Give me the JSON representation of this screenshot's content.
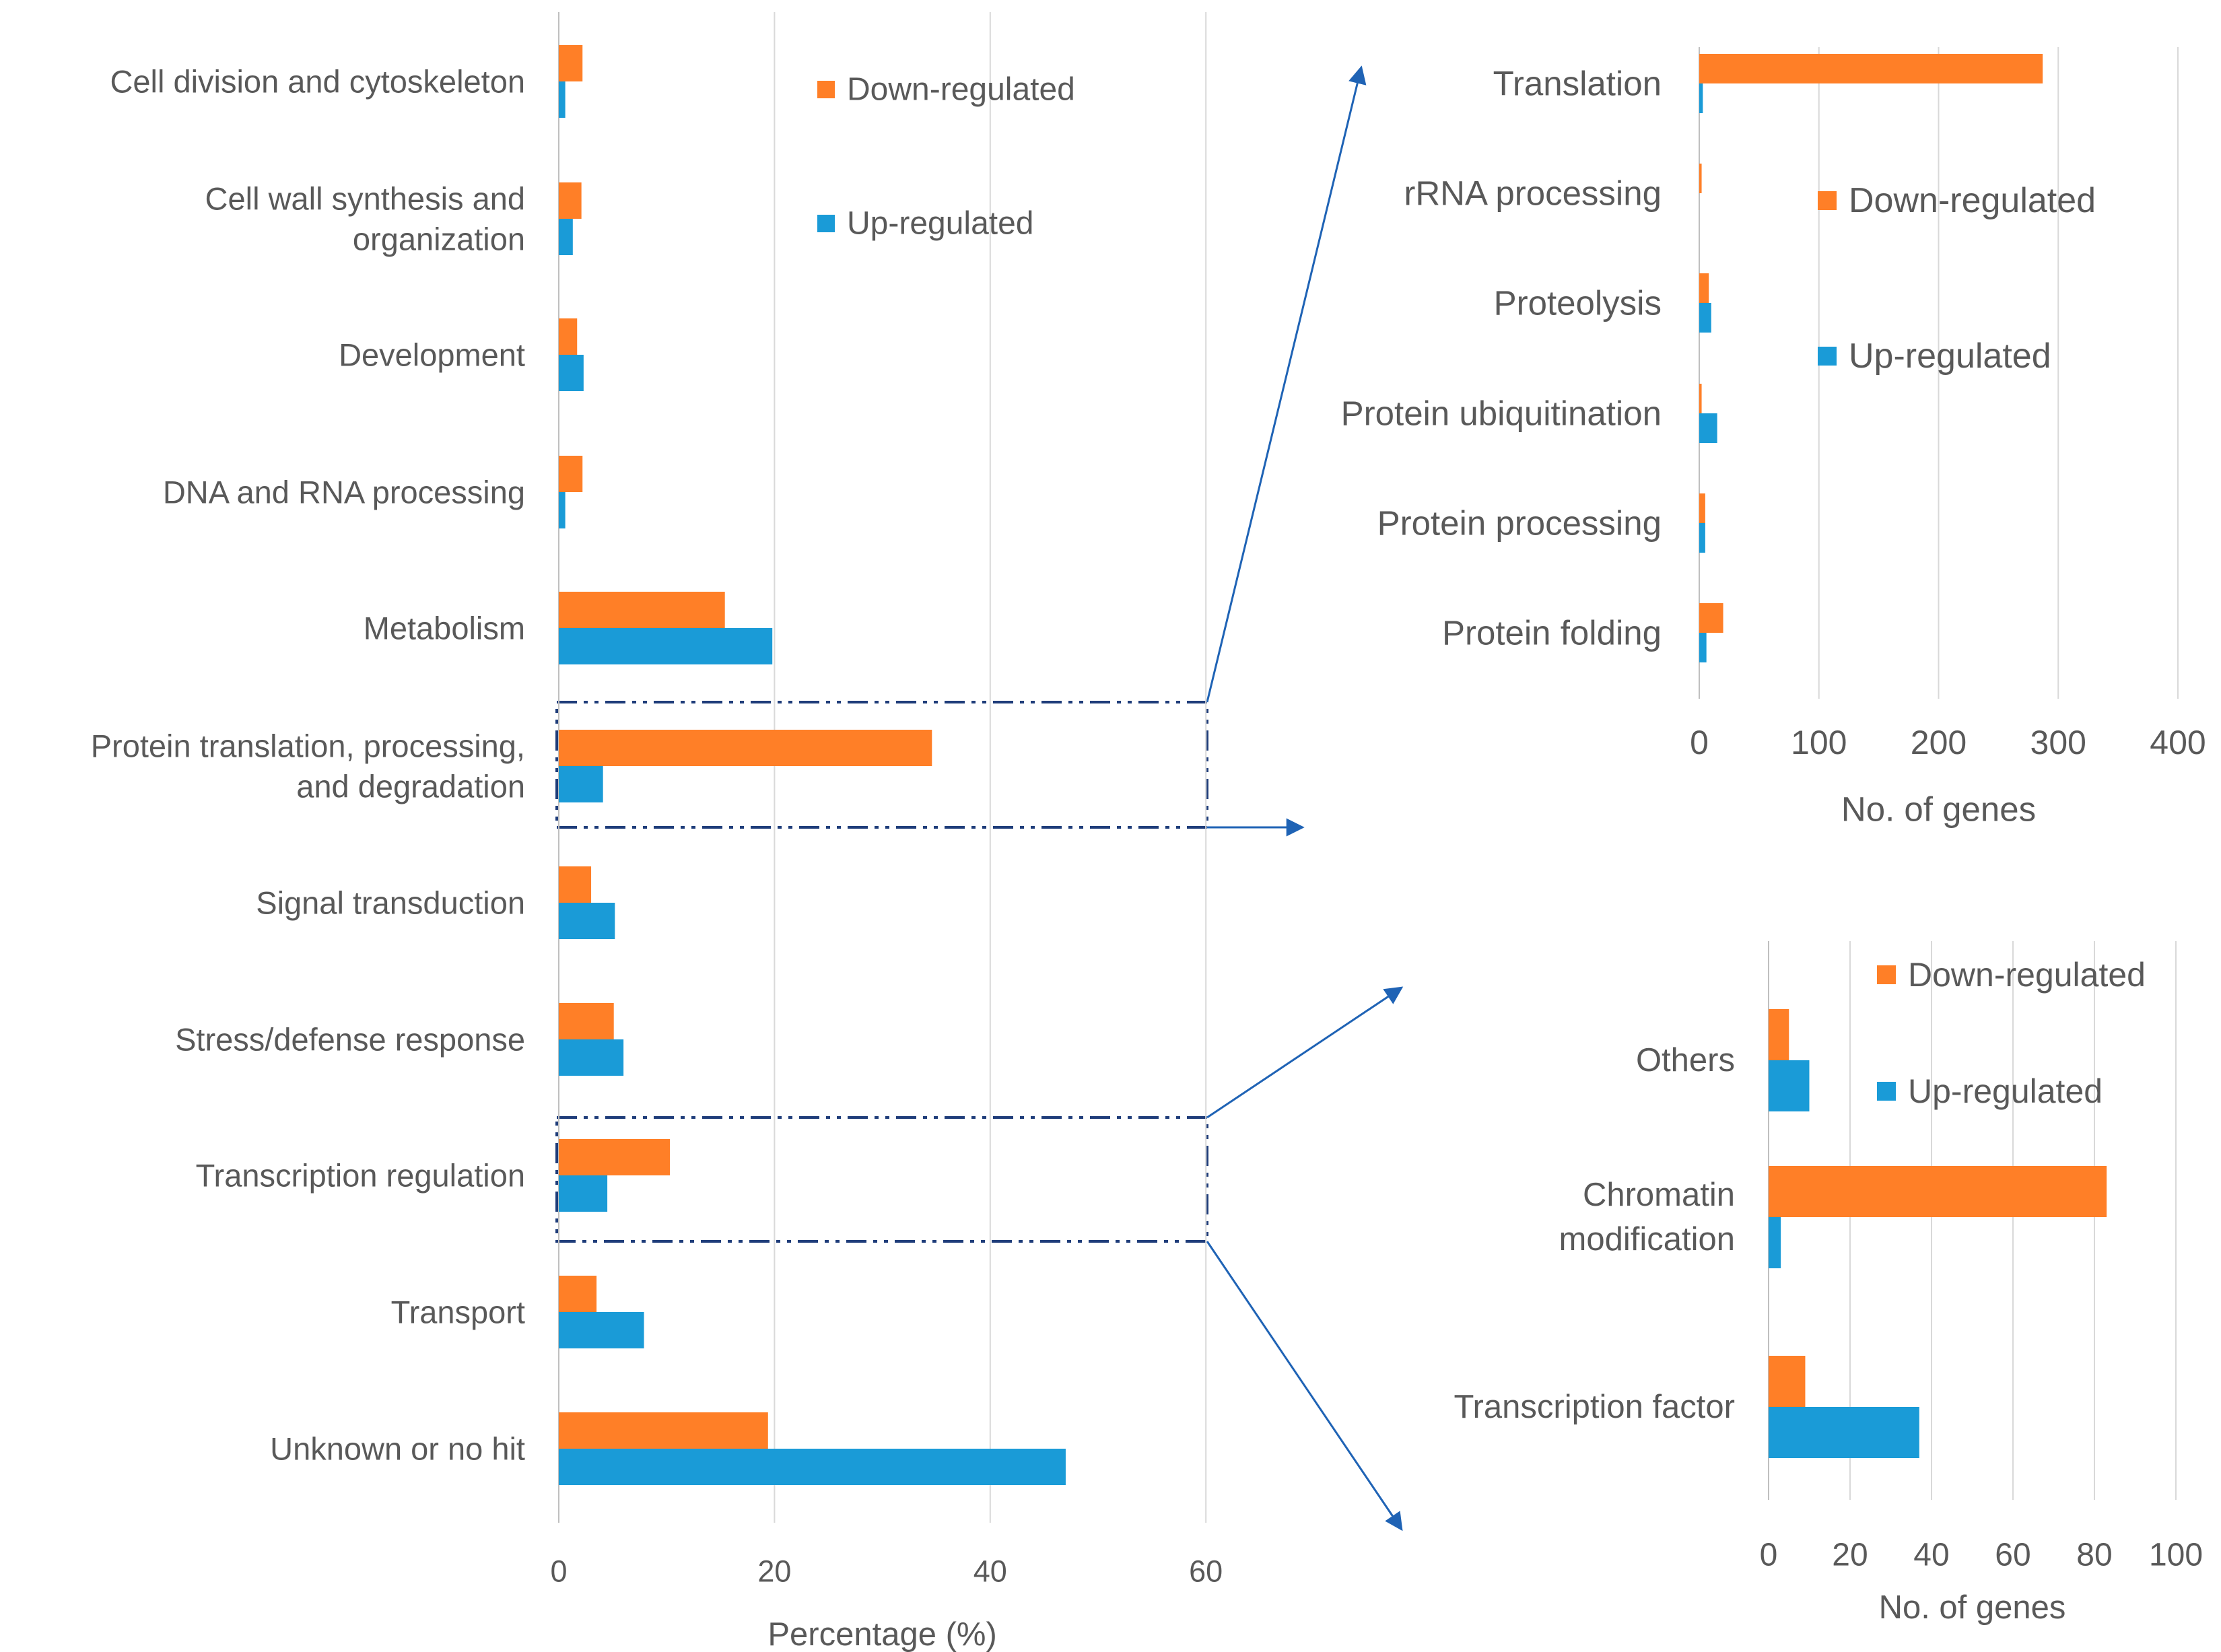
{
  "colors": {
    "down": "#FF7F27",
    "up": "#1A9BD7",
    "grid": "#D9D9D9",
    "text": "#595959",
    "connector": "#1F63B5",
    "zoom_box": "#1F3D7A"
  },
  "chart_data": [
    {
      "id": "main",
      "type": "bar",
      "orientation": "horizontal",
      "categories": [
        [
          "Cell division and cytoskeleton"
        ],
        [
          "Cell wall synthesis and",
          "organization"
        ],
        [
          "Development"
        ],
        [
          "DNA and RNA processing"
        ],
        [
          "Metabolism"
        ],
        [
          "Protein translation, processing,",
          "and degradation"
        ],
        [
          "Signal transduction"
        ],
        [
          "Stress/defense response"
        ],
        [
          "Transcription regulation"
        ],
        [
          "Transport"
        ],
        [
          "Unknown or no hit"
        ]
      ],
      "series": [
        {
          "name": "Down-regulated",
          "color_key": "down",
          "values": [
            2.2,
            2.1,
            1.7,
            2.2,
            15.4,
            34.6,
            3.0,
            5.1,
            10.3,
            3.5,
            19.4
          ]
        },
        {
          "name": "Up-regulated",
          "color_key": "up",
          "values": [
            0.6,
            1.3,
            2.3,
            0.6,
            19.8,
            4.1,
            5.2,
            6.0,
            4.5,
            7.9,
            47.0
          ]
        }
      ],
      "xlabel": "Percentage (%)",
      "xlim": [
        0,
        60
      ],
      "xticks": [
        0,
        20,
        40,
        60
      ],
      "grid": true,
      "legend_position": "top-right"
    },
    {
      "id": "protein",
      "type": "bar",
      "orientation": "horizontal",
      "categories": [
        [
          "Translation"
        ],
        [
          "rRNA processing"
        ],
        [
          "Proteolysis"
        ],
        [
          "Protein ubiquitination"
        ],
        [
          "Protein processing"
        ],
        [
          "Protein folding"
        ]
      ],
      "series": [
        {
          "name": "Down-regulated",
          "color_key": "down",
          "values": [
            287,
            2,
            8,
            2,
            5,
            20
          ]
        },
        {
          "name": "Up-regulated",
          "color_key": "up",
          "values": [
            3,
            0,
            10,
            15,
            5,
            6
          ]
        }
      ],
      "xlabel": "No. of genes",
      "xlim": [
        0,
        400
      ],
      "xticks": [
        0,
        100,
        200,
        300,
        400
      ],
      "grid": true,
      "legend_position": "right"
    },
    {
      "id": "transcription",
      "type": "bar",
      "orientation": "horizontal",
      "categories": [
        [
          "Others"
        ],
        [
          "Chromatin",
          "modification"
        ],
        [
          "Transcription factor"
        ]
      ],
      "series": [
        {
          "name": "Down-regulated",
          "color_key": "down",
          "values": [
            5,
            83,
            9
          ]
        },
        {
          "name": "Up-regulated",
          "color_key": "up",
          "values": [
            10,
            3,
            37
          ]
        }
      ],
      "xlabel": "No. of genes",
      "xlim": [
        0,
        100
      ],
      "xticks": [
        0,
        20,
        40,
        60,
        80,
        100
      ],
      "grid": true,
      "legend_position": "top-right"
    }
  ]
}
